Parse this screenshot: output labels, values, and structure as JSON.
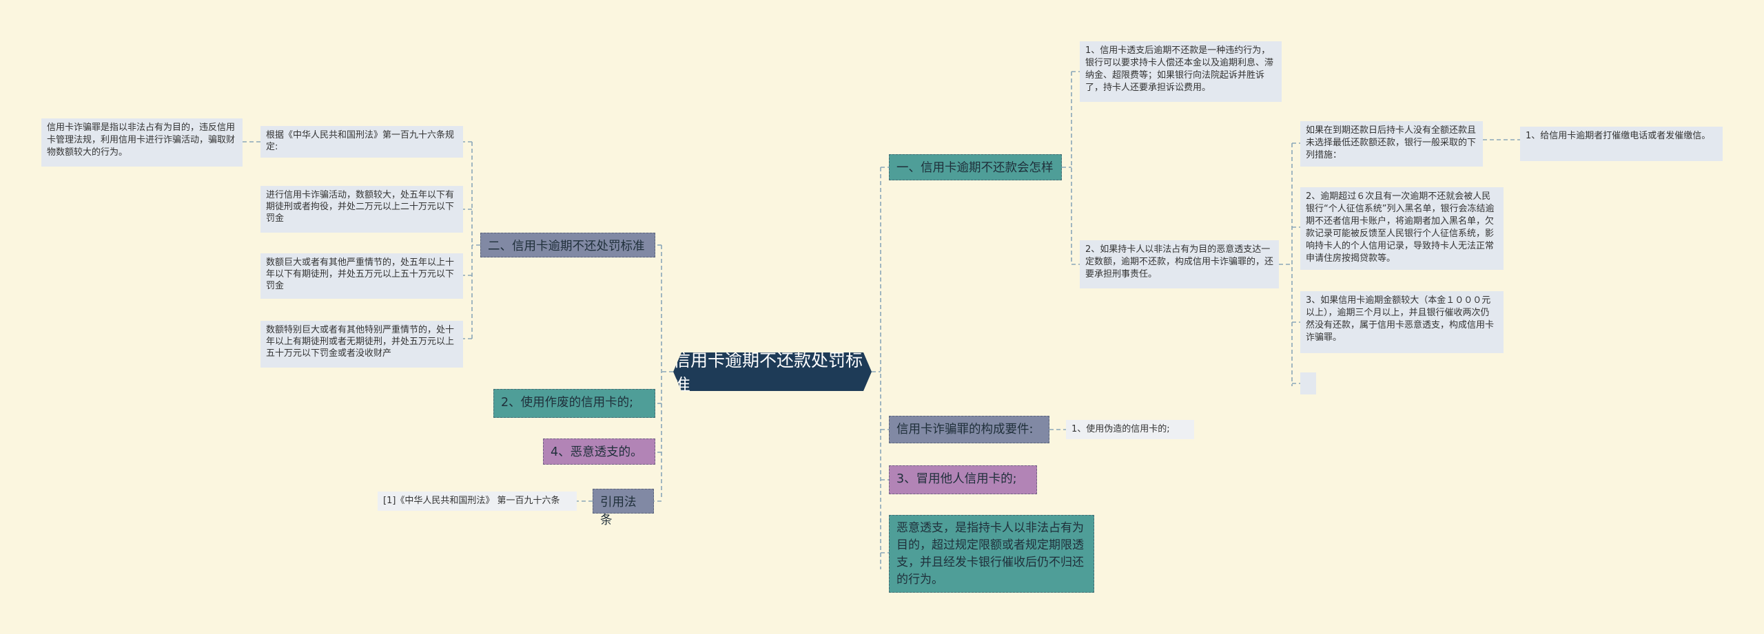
{
  "root": "信用卡逾期不还款处罚标准",
  "left": {
    "penalty_branch": "二、信用卡逾期不还处罚标准",
    "penalty_leaves": [
      "根据《中华人民共和国刑法》第一百九十六条规定:",
      "进行信用卡诈骗活动，数额较大，处五年以下有期徒刑或者拘役，并处二万元以上二十万元以下罚金",
      "数额巨大或者有其他严重情节的，处五年以上十年以下有期徒刑，并处五万元以上五十万元以下罚金",
      "数额特别巨大或者有其他特别严重情节的，处十年以上有期徒刑或者无期徒刑，并处五万元以上五十万元以下罚金或者没收财产"
    ],
    "fraud_definition": "信用卡诈骗罪是指以非法占有为目的，违反信用卡管理法规，利用信用卡进行诈骗活动，骗取财物数额较大的行为。",
    "item2": "2、使用作废的信用卡的;",
    "item4": "4、恶意透支的。",
    "cite_branch": "引用法条",
    "cite_leaf": "[1]《中华人民共和国刑法》 第一百九十六条"
  },
  "right": {
    "overdue_branch": "一、信用卡逾期不还款会怎样",
    "overdue_leaf1": "1、信用卡透支后逾期不还款是一种违约行为，银行可以要求持卡人偿还本金以及逾期利息、滞纳金、超限费等；如果银行向法院起诉并胜诉了，持卡人还要承担诉讼费用。",
    "overdue_leaf2": "2、如果持卡人以非法占有为目的恶意透支达一定数额，逾期不还款，构成信用卡诈骗罪的，还要承担刑事责任。",
    "measures_intro": "如果在到期还款日后持卡人没有全额还款且未选择最低还款额还款，银行一般采取的下列措施：",
    "measure1": "1、给信用卡逾期者打催缴电话或者发催缴信。",
    "measure2": "2、逾期超过６次且有一次逾期不还就会被人民银行“个人征信系统”列入黑名单，银行会冻结逾期不还者信用卡账户，将逾期者加入黑名单，欠款记录可能被反馈至人民银行个人征信系统，影响持卡人的个人信用记录，导致持卡人无法正常申请住房按揭贷款等。",
    "measure3": "3、如果信用卡逾期金额较大（本金１０００元以上），逾期三个月以上，并且银行催收两次仍然没有还款，属于信用卡恶意透支，构成信用卡诈骗罪。",
    "measure_empty": "",
    "elements_branch": "信用卡诈骗罪的构成要件:",
    "elements_leaf": "1、使用伪造的信用卡的;",
    "item3": "3、冒用他人信用卡的;",
    "malicious_def": "恶意透支，是指持卡人以非法占有为目的，超过规定限额或者规定期限透支，并且经发卡银行催收后仍不归还的行为。"
  },
  "colors": {
    "background": "#fbf6df",
    "root": "#1e3b57",
    "teal": "#4f9e98",
    "slate": "#8189a4",
    "mauve": "#b284b6",
    "leaf": "#e3e8ef",
    "connector": "#8aa6b8"
  }
}
